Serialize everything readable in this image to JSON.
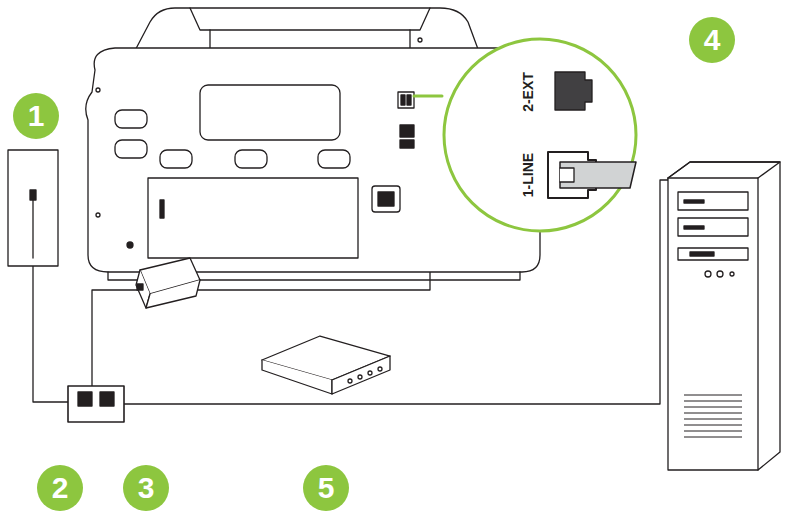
{
  "diagram": {
    "labels": [
      "1",
      "2",
      "3",
      "4",
      "5",
      "1-LINE",
      "2-EXT"
    ]
  }
}
